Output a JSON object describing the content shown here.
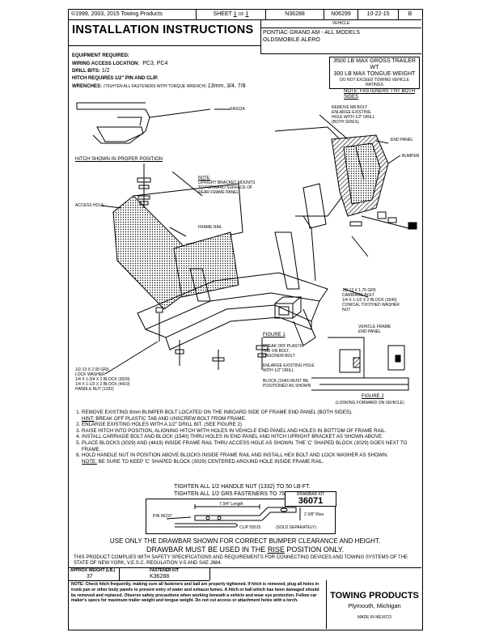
{
  "header": {
    "copyright": "©1999, 2003, 2015 Towing Products",
    "sheet_label": "SHEET",
    "sheet_num": "1",
    "of_label": "OF",
    "sheet_total": "1",
    "part1": "N36288",
    "part2": "N06299",
    "date": "10-22-15",
    "rev": "B"
  },
  "title": "INSTALLATION INSTRUCTIONS",
  "vehicle": {
    "label": "VEHICLE",
    "line1": "PONTIAC GRAND AM - ALL MODELS",
    "line2": "OLDSMOBILE ALERO"
  },
  "equipment": {
    "heading": "EQUIPMENT REQUIRED:",
    "wiring_label": "WIRING ACCESS LOCATION:",
    "wiring_value": "PC3, PC4",
    "drill_label": "DRILL BITS:",
    "drill_value": "1/2",
    "pin_clip": "HITCH REQUIRES 1/2\" PIN AND CLIP.",
    "wrench_label": "WRENCHES:",
    "wrench_note": "(TIGHTEN ALL FASTENERS WITH TORQUE WRENCH)",
    "wrench_value": "13mm, 3/4, 7/8"
  },
  "ratings": {
    "line1": "3500 LB MAX GROSS TRAILER WT",
    "line2": "300 LB MAX TONGUE WEIGHT",
    "line3": "DO NOT EXCEED TOWING VEHICLE RATINGS"
  },
  "note_fasteners": "NOTE: FASTENERS TYP. BOTH SIDES",
  "labels": {
    "fascia": "FASCIA",
    "hitch_position": "HITCH SHOWN IN PROPER POSITION",
    "remove_m8_1": "REMOVE M8 BOLT",
    "remove_m8_2": "ENLARGE EXISTING",
    "remove_m8_3": "HOLE WITH 1/2\" DRILL",
    "remove_m8_4": "(BOTH SIDES)",
    "end_panel": "END PANEL",
    "bumper": "BUMPER",
    "note_upright_1": "NOTE:",
    "note_upright_2": "UPRIGHT BRACKET MOUNTS",
    "note_upright_3": "TO FORWARD SURFACE OF",
    "note_upright_4": "REAR FRAME PANEL",
    "access_hole": "ACCESS HOLE",
    "frame_rail": "FRAME RAIL",
    "carriage_1": "1/2-13 X 1.75 GR5",
    "carriage_2": "CARRIAGE BOLT",
    "carriage_3": "1/4 X 1-1/2 X 2 BLOCK (1540)",
    "carriage_4": "CONICAL TOOTHED WASHER",
    "carriage_5": "NUT",
    "figure1": "FIGURE 1",
    "break_1": "BREAK OFF PLASTIC",
    "break_2": "TAB ON BOLT.",
    "break_3": "UNSCREW BOLT",
    "enlarge_1": "ENLARGE EXISTING HOLE",
    "enlarge_2": "WITH 1/2\" DRILL",
    "block_1": "BLOCK (1540) MUST BE",
    "block_2": "POSITIONED AS SHOWN",
    "vframe_1": "VEHICLE FRAME",
    "vframe_2": "END PANEL",
    "figure2": "FIGURE 2",
    "figure2_sub": "(LOOKING FORWARD ON VEHICLE)",
    "hex_1": "1/2-13 X 2.00 GR5",
    "hex_2": "LOCK WASHER",
    "hex_3": "1/4 X 1-3/4 X 2 BLOCK (3029)",
    "hex_4": "1/4 X 1-1/2 X 2 BLOCK (4419)",
    "hex_5": "HANDLE NUT (1332)"
  },
  "steps": [
    {
      "text": "REMOVE EXISTING 8mm BUMPER BOLT LOCATED ON THE INBOARD SIDE OF FRAME END PANEL (BOTH SIDES).",
      "sub_label": "HINT:",
      "sub_text": "BREAK OFF PLASTIC TAB AND UNSCREW BOLT FROM FRAME."
    },
    {
      "text": "ENLARGE EXISTING HOLES WITH A 1/2\" DRILL BIT. (SEE FIGURE 2)",
      "sub_label": "",
      "sub_text": ""
    },
    {
      "text": "RAISE HITCH INTO POSITION, ALIGNING HITCH WITH HOLES IN VEHICLE END PANEL AND HOLES IN BOTTOM OF FRAME RAIL.",
      "sub_label": "",
      "sub_text": ""
    },
    {
      "text": "INSTALL CARRIAGE BOLT AND BLOCK (1540) THRU HOLES IN END PANEL AND HITCH UPRIGHT BRACKET AS SHOWN ABOVE.",
      "sub_label": "",
      "sub_text": ""
    },
    {
      "text": "PLACE BLOCKS (3029) AND (4419) INSIDE FRAME RAIL THRU ACCESS HOLE AS SHOWN. THE 'C' SHAPED BLOCK (3029) GOES NEXT TO FRAME.",
      "sub_label": "",
      "sub_text": ""
    },
    {
      "text": "HOLD HANDLE NUT IN POSITION ABOVE BLOCKS INSIDE FRAME RAIL AND INSTALL HEX BOLT AND LOCK WASHER AS SHOWN.",
      "sub_label": "NOTE:",
      "sub_text": "BE SURE TO KEEP 'C' SHAPED BLOCK (3029) CENTERED AROUND HOLE INSIDE FRAME RAIL."
    }
  ],
  "torque": {
    "line1": "TIGHTEN ALL 1/2 HANDLE NUT (1332) TO 50 LB-FT.",
    "line2": "TIGHTEN ALL 1/2 GR5 FASTENERS TO 75 LB-FT."
  },
  "drawbar": {
    "kit_label": "DRAWBAR KIT",
    "kit_number": "36071",
    "length": "7 3/4\" Length",
    "rise": "2 3/8\" Rise",
    "pin": "PIN 06237",
    "clip": "CLIP 55515",
    "sold": "(SOLD SEPARATELY)"
  },
  "use_drawbar": {
    "line1": "USE ONLY THE DRAWBAR SHOWN FOR CORRECT BUMPER CLEARANCE AND HEIGHT.",
    "line2_a": "DRAWBAR MUST BE USED IN THE",
    "line2_b": "RISE",
    "line2_c": "POSITION ONLY."
  },
  "compliance": "THIS PRODUCT COMPLIES WITH SAFETY SPECIFICATIONS AND REQUIREMENTS FOR CONNECTING DEVICES AND TOWING SYSTEMS OF THE STATE OF NEW YORK, V.E.S.C. REGULATION V-5 AND SAE J684.",
  "footer": {
    "weight_label": "APPROX WEIGHT (LB.)",
    "weight_value": "37",
    "fastener_label": "FASTENER KIT",
    "fastener_value": "K36288",
    "note": "NOTE: Check hitch frequently, making sure all fasteners and ball are properly tightened. If hitch is removed, plug all holes in trunk pan or other body panels to prevent entry of water and exhaust fumes. A hitch or ball which has been damaged should be removed and replaced. Observe safety precautions when working beneath a vehicle and wear eye protection. Follow car maker's specs for maximum trailer weight and tongue weight. Do not cut access or attachment holes with a torch.",
    "brand": "TOWING PRODUCTS",
    "city": "Plymouth, Michigan",
    "made": "MADE IN MEXICO"
  },
  "colors": {
    "ink": "#000000",
    "paper": "#ffffff"
  }
}
